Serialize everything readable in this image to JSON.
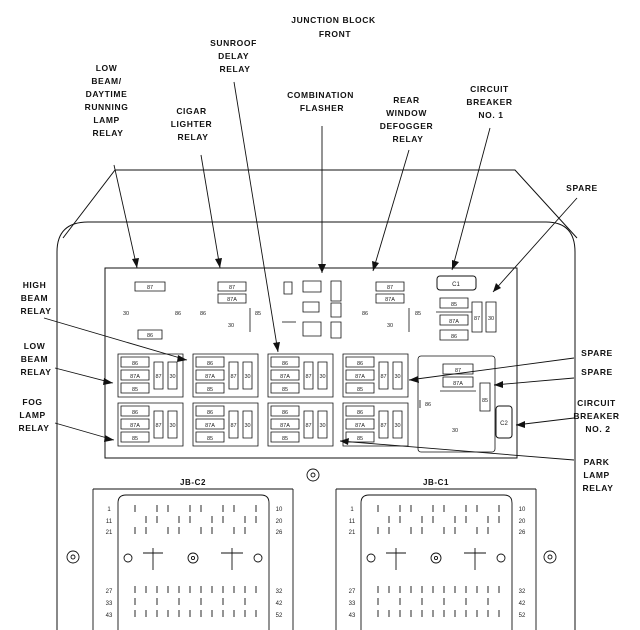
{
  "callouts": {
    "junction_block_front": [
      "JUNCTION BLOCK",
      "FRONT"
    ],
    "sunroof_delay_relay": [
      "SUNROOF",
      "DELAY",
      "RELAY"
    ],
    "low_beam_drl_relay": [
      "LOW",
      "BEAM/",
      "DAYTIME",
      "RUNNING",
      "LAMP",
      "RELAY"
    ],
    "cigar_lighter_relay": [
      "CIGAR",
      "LIGHTER",
      "RELAY"
    ],
    "combination_flasher": [
      "COMBINATION",
      "FLASHER"
    ],
    "rear_window_defogger_relay": [
      "REAR",
      "WINDOW",
      "DEFOGGER",
      "RELAY"
    ],
    "circuit_breaker_1": [
      "CIRCUIT",
      "BREAKER",
      "NO. 1"
    ],
    "spare_top": [
      "SPARE"
    ],
    "high_beam_relay": [
      "HIGH",
      "BEAM",
      "RELAY"
    ],
    "low_beam_relay": [
      "LOW",
      "BEAM",
      "RELAY"
    ],
    "fog_lamp_relay": [
      "FOG",
      "LAMP",
      "RELAY"
    ],
    "spare_mid_1": [
      "SPARE"
    ],
    "spare_mid_2": [
      "SPARE"
    ],
    "circuit_breaker_2": [
      "CIRCUIT",
      "BREAKER",
      "NO. 2"
    ],
    "park_lamp_relay": [
      "PARK",
      "LAMP",
      "RELAY"
    ]
  },
  "relay_terminals": {
    "t87": "87",
    "t87a": "87A",
    "t30": "30",
    "t85": "85",
    "t86": "86",
    "t30b": "30",
    "t86b": "86"
  },
  "breakers": {
    "c1": "C1",
    "c2": "C2"
  },
  "connectors": {
    "jb_c2": "JB-C2",
    "jb_c1": "JB-C1",
    "pins_left": [
      "1",
      "11",
      "21",
      "27",
      "33",
      "43"
    ],
    "pins_right": [
      "10",
      "20",
      "26",
      "32",
      "42",
      "52"
    ]
  }
}
